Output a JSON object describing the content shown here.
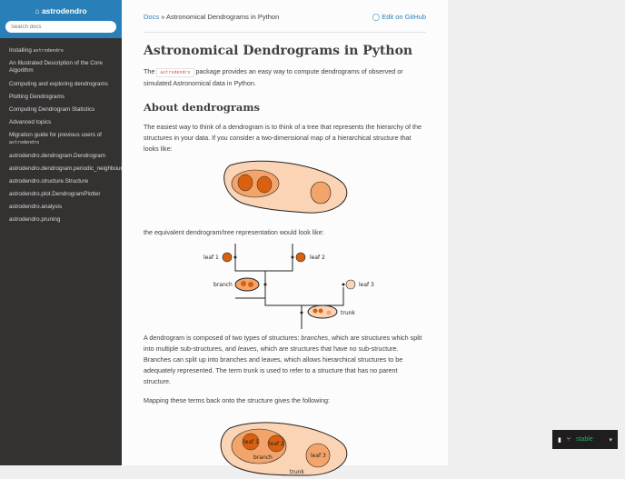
{
  "sidebar": {
    "brand": "astrodendro",
    "search_placeholder": "Search docs",
    "items": [
      {
        "label": "Installing ",
        "code": "astrodendro"
      },
      {
        "label": "An Illustrated Description of the Core Algorithm"
      },
      {
        "label": "Computing and exploring dendrograms"
      },
      {
        "label": "Plotting Dendrograms"
      },
      {
        "label": "Computing Dendrogram Statistics"
      },
      {
        "label": "Advanced topics"
      },
      {
        "label": "Migration guide for previous users of ",
        "code": "astrodendro"
      },
      {
        "label": "astrodendro.dendrogram.Dendrogram"
      },
      {
        "label": "astrodendro.dendrogram.periodic_neighbours"
      },
      {
        "label": "astrodendro.structure.Structure"
      },
      {
        "label": "astrodendro.plot.DendrogramPlotter"
      },
      {
        "label": "astrodendro.analysis"
      },
      {
        "label": "astrodendro.pruning"
      }
    ]
  },
  "breadcrumb": {
    "docs": "Docs",
    "sep": "»",
    "current": "Astronomical Dendrograms in Python",
    "edit": "Edit on GitHub"
  },
  "content": {
    "title": "Astronomical Dendrograms in Python",
    "intro_pre": "The ",
    "intro_code": "astrodendro",
    "intro_post": " package provides an easy way to compute dendrograms of observed or simulated Astronomical data in Python.",
    "h2": "About dendrograms",
    "p1": "The easiest way to think of a dendrogram is to think of a tree that represents the hierarchy of the structures in your data. If you consider a two-dimensional map of a hierarchical structure that looks like:",
    "p2": "the equivalent dendrogram/tree representation would look like:",
    "p3a": "A dendrogram is composed of two types of structures: ",
    "p3b": "branches",
    "p3c": ", which are structures which split into multiple sub-structures, and ",
    "p3d": "leaves",
    "p3e": ", which are structures that have no sub-structure. Branches can split up into branches and leaves, which allows hierarchical structures to be adequately represented. The term trunk is used to refer to a structure that has no parent structure.",
    "p4": "Mapping these terms back onto the structure gives the following:",
    "tree_labels": {
      "leaf1": "leaf 1",
      "leaf2": "leaf 2",
      "leaf3": "leaf 3",
      "branch": "branch",
      "trunk": "trunk"
    }
  },
  "rtd": {
    "version": "stable"
  },
  "colors": {
    "sidebar": "#343131",
    "accent": "#2980b9",
    "leaf": "#d9600f",
    "branch": "#f2a46a",
    "trunk": "#fbd3b5"
  }
}
